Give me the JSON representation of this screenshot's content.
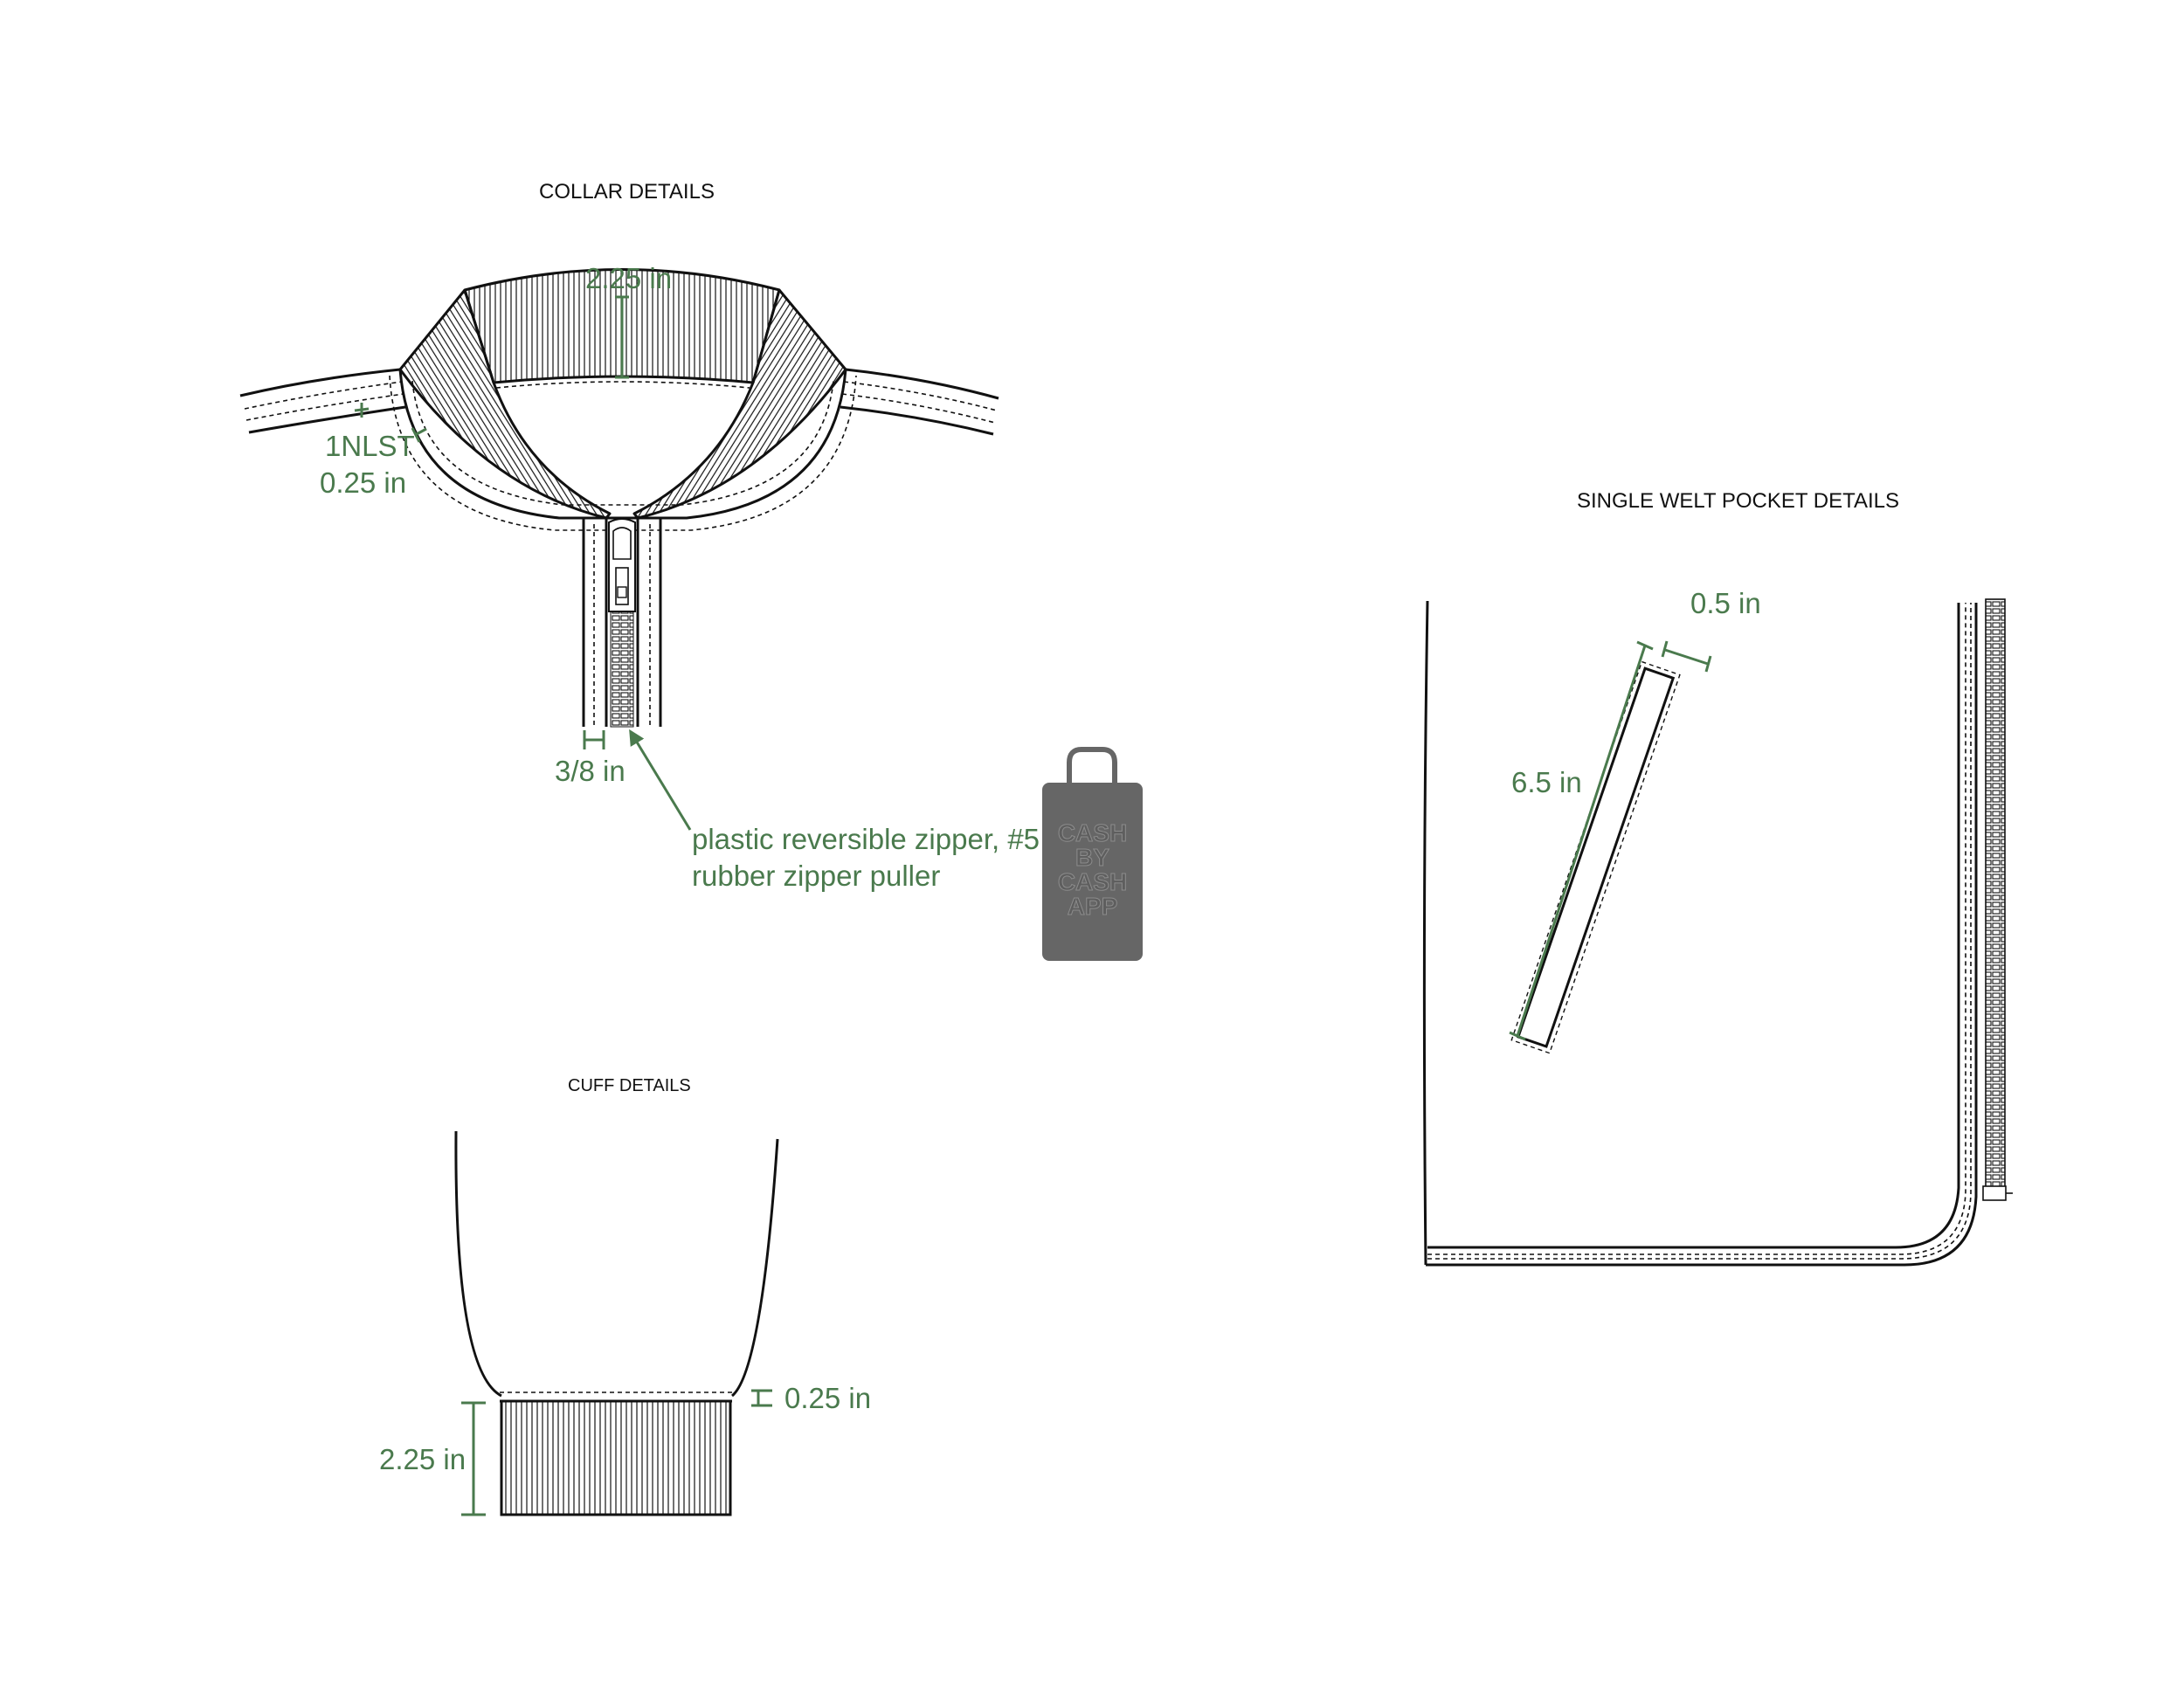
{
  "collar": {
    "title": "COLLAR DETAILS",
    "collar_height": "2.25 in",
    "stitch_label": "1NLST",
    "stitch_width": "0.25 in",
    "zipper_tape_width": "3/8 in",
    "zipper_note_line1": "plastic reversible zipper, #5",
    "zipper_note_line2": "rubber zipper puller"
  },
  "puller": {
    "lines": [
      "CASH",
      "BY",
      "CASH",
      "APP"
    ],
    "color": "#666666"
  },
  "cuff": {
    "title": "CUFF DETAILS",
    "topstitch": "0.25 in",
    "rib_height": "2.25 in"
  },
  "pocket": {
    "title": "SINGLE WELT POCKET DETAILS",
    "welt_width": "0.5 in",
    "welt_length": "6.5 in"
  },
  "colors": {
    "annotation": "#4a7a4d",
    "line": "#111111"
  }
}
